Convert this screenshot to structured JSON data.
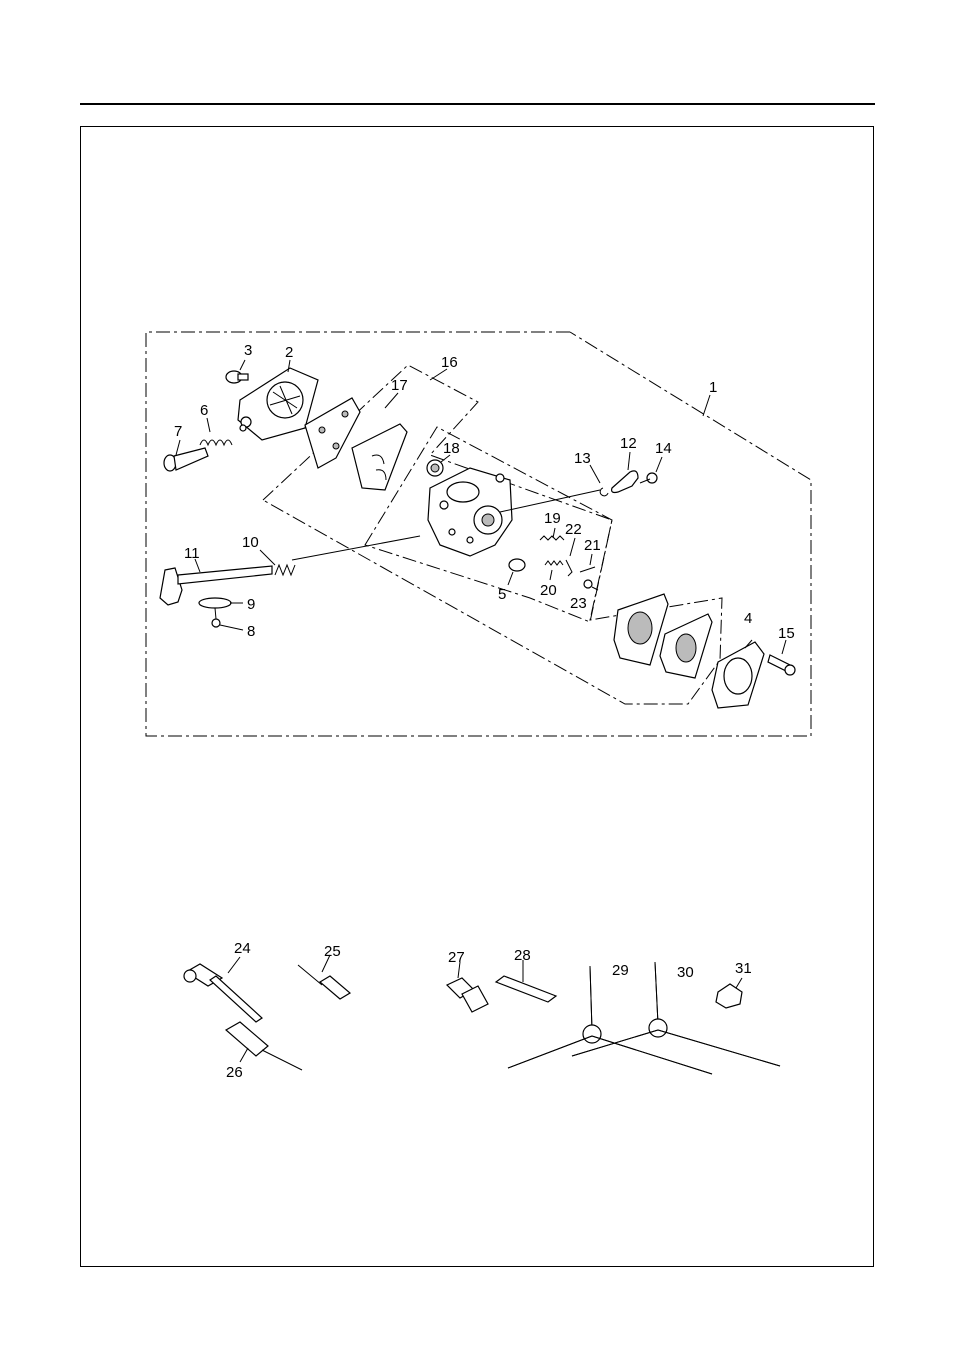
{
  "carburetor_labels": [
    {
      "id": "1",
      "text": "1"
    },
    {
      "id": "2",
      "text": "2"
    },
    {
      "id": "3",
      "text": "3"
    },
    {
      "id": "4",
      "text": "4"
    },
    {
      "id": "5",
      "text": "5"
    },
    {
      "id": "6",
      "text": "6"
    },
    {
      "id": "7",
      "text": "7"
    },
    {
      "id": "8",
      "text": "8"
    },
    {
      "id": "9",
      "text": "9"
    },
    {
      "id": "10",
      "text": "10"
    },
    {
      "id": "11",
      "text": "11"
    },
    {
      "id": "12",
      "text": "12"
    },
    {
      "id": "13",
      "text": "13"
    },
    {
      "id": "14",
      "text": "14"
    },
    {
      "id": "15",
      "text": "15"
    },
    {
      "id": "16",
      "text": "16"
    },
    {
      "id": "17",
      "text": "17"
    },
    {
      "id": "18",
      "text": "18"
    },
    {
      "id": "19",
      "text": "19"
    },
    {
      "id": "20",
      "text": "20"
    },
    {
      "id": "21",
      "text": "21"
    },
    {
      "id": "22",
      "text": "22"
    },
    {
      "id": "23",
      "text": "23"
    }
  ],
  "tool_labels": [
    {
      "id": "24",
      "text": "24"
    },
    {
      "id": "25",
      "text": "25"
    },
    {
      "id": "26",
      "text": "26"
    },
    {
      "id": "27",
      "text": "27"
    },
    {
      "id": "28",
      "text": "28"
    },
    {
      "id": "29",
      "text": "29"
    },
    {
      "id": "30",
      "text": "30"
    },
    {
      "id": "31",
      "text": "31"
    }
  ]
}
